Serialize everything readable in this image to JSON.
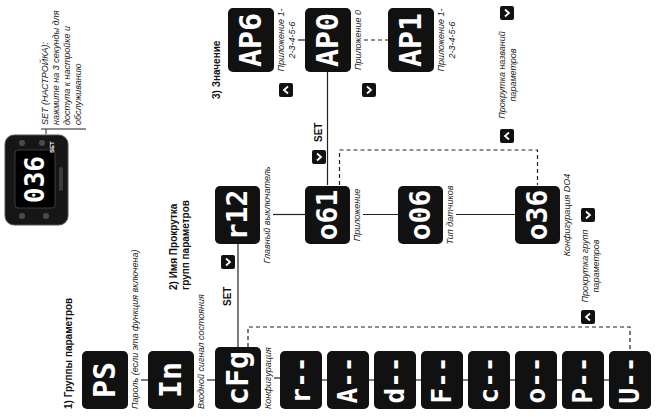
{
  "diagram": {
    "nodes": [
      {
        "text": [
          "PS",
          "Пароль (если эта функция включена)"
        ]
      },
      {
        "text": [
          "In",
          "Входной сигнал состояния"
        ]
      },
      {
        "text": [
          "cFg",
          "Конфигурация"
        ]
      },
      {
        "text": [
          "r--"
        ]
      },
      {
        "text": [
          "A--"
        ]
      },
      {
        "text": [
          "d--"
        ]
      },
      {
        "text": [
          "F--"
        ]
      },
      {
        "text": [
          "c--"
        ]
      },
      {
        "text": [
          "o--"
        ]
      },
      {
        "text": [
          "P--"
        ]
      },
      {
        "text": [
          "U--"
        ]
      },
      {
        "text": [
          "r12",
          "Главный выключатель"
        ]
      },
      {
        "text": [
          "o61",
          "Приложение"
        ]
      },
      {
        "text": [
          "o06",
          "Тип датчиков"
        ]
      },
      {
        "text": [
          "o36",
          "Конфигурация DO4"
        ]
      },
      {
        "text": [
          "AP6",
          "Приложение 1-2-3-4-5-6"
        ]
      },
      {
        "text": [
          "AP0",
          "Приложение 0"
        ]
      },
      {
        "text": [
          "AP1",
          "Приложение 1-2-3-4-5-6"
        ]
      }
    ],
    "edges": [
      {
        "from": 0,
        "to": 1,
        "arrow": "none"
      },
      {
        "from": 1,
        "to": 2,
        "arrow": "none"
      },
      {
        "from": 2,
        "to": 3,
        "arrow": "none"
      },
      {
        "from": 3,
        "to": 4,
        "arrow": "none"
      },
      {
        "from": 4,
        "to": 5,
        "arrow": "none"
      },
      {
        "from": 5,
        "to": 6,
        "arrow": "none"
      },
      {
        "from": 6,
        "to": 7,
        "arrow": "none"
      },
      {
        "from": 7,
        "to": 8,
        "arrow": "none"
      },
      {
        "from": 8,
        "to": 9,
        "arrow": "none"
      },
      {
        "from": 9,
        "to": 10,
        "arrow": "none"
      },
      {
        "from": 2,
        "to": 10,
        "arrow": "none"
      },
      {
        "from": 2,
        "to": 11,
        "label": "SET",
        "arrow": "none"
      },
      {
        "from": 11,
        "to": 12,
        "arrow": "none"
      },
      {
        "from": 12,
        "to": 13,
        "arrow": "none"
      },
      {
        "from": 13,
        "to": 14,
        "arrow": "none"
      },
      {
        "from": 12,
        "to": 14,
        "arrow": "none"
      },
      {
        "from": 12,
        "to": 16,
        "label": "SET",
        "arrow": "none"
      },
      {
        "from": 15,
        "to": 16,
        "arrow": "none"
      },
      {
        "from": 16,
        "to": 17,
        "arrow": "none"
      }
    ],
    "labels": [
      "SET (НАСТРОЙКА): нажмите на 3 секунды для доступа к настройке и обслуживанию",
      "1) Группы параметров",
      "2) Имя Прокрутка групп параметров",
      "3) Значение",
      "Прокрутка групп параметров",
      "Прокрутка названий параметров",
      "036",
      "SET"
    ]
  }
}
